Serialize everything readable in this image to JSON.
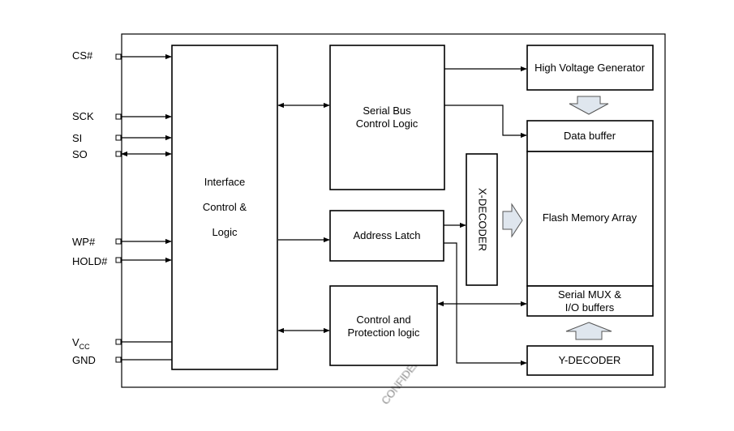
{
  "pins": {
    "cs": "CS#",
    "sck": "SCK",
    "si": "SI",
    "so": "SO",
    "wp": "WP#",
    "hold": "HOLD#",
    "vcc_main": "V",
    "vcc_sub": "CC",
    "gnd": "GND"
  },
  "blocks": {
    "interface": [
      "Interface",
      "Control &",
      "Logic"
    ],
    "serial_bus": [
      "Serial Bus",
      "Control Logic"
    ],
    "address_latch": "Address Latch",
    "control_protection": [
      "Control and",
      "Protection logic"
    ],
    "x_decoder": "X-DECODER",
    "high_voltage": "High Voltage Generator",
    "data_buffer": "Data buffer",
    "flash_array": "Flash Memory Array",
    "serial_mux": [
      "Serial MUX &",
      "I/O buffers"
    ],
    "y_decoder": "Y-DECODER"
  },
  "watermark": "CONFIDENTIAL"
}
